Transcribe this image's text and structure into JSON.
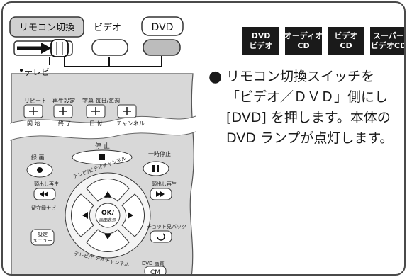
{
  "switch": {
    "remote_switch_label": "リモコン切換",
    "video_label": "ビデオ",
    "dvd_label": "DVD",
    "tv_label": "テレビ"
  },
  "remote": {
    "repeat": "リピート",
    "play_setting": "再生設定",
    "subtitle": "字幕 毎日/毎週",
    "start": "開 始",
    "end": "終 了",
    "date": "日 付",
    "channel": "チャンネル",
    "stop": "停 止",
    "record": "録 画",
    "pause": "一時停止",
    "prev_chapter": "頭出し再生",
    "next_chapter": "頭出し再生",
    "nav_top": "テレビ/ビデオチャンネル",
    "nav_bottom": "テレビ/ビデオチャンネル",
    "absent_navi": "留守録ナビ",
    "ok_line1": "OK/",
    "ok_line2": "画面表示",
    "skip_back": "チョット見バック",
    "setup_line1": "設定",
    "setup_line2": "メニュー",
    "dvd_quality": "DVD 画質",
    "cm": "CM"
  },
  "badges": [
    {
      "line1": "DVD",
      "line2": "ビデオ"
    },
    {
      "line1": "オーディオ",
      "line2": "CD"
    },
    {
      "line1": "ビデオ",
      "line2": "CD"
    },
    {
      "line1": "スーパー",
      "line2": "ビデオCD"
    }
  ],
  "instruction": {
    "bullet": "●",
    "lines": [
      "リモコン切換スイッチを",
      "「ビデオ／ＤＶＤ」側にし",
      "[DVD] を押します。本体の",
      "DVD ランプが点灯します。"
    ]
  },
  "colors": {
    "border": "#4a4a4a",
    "remote_body": "#d6d6d6",
    "dark": "#1a1a1a"
  }
}
